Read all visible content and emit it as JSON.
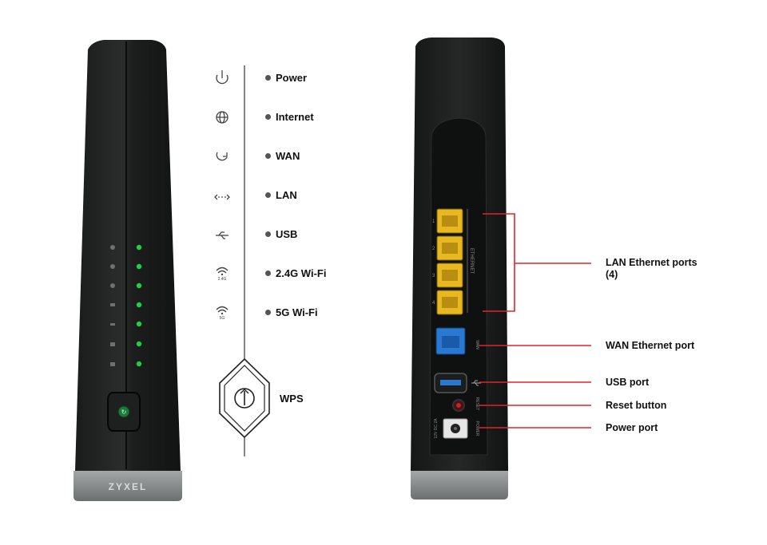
{
  "brand": "ZYXEL",
  "front_panel": {
    "indicators": [
      {
        "name": "power",
        "label": "Power",
        "icon": "power-icon"
      },
      {
        "name": "internet",
        "label": "Internet",
        "icon": "globe-icon"
      },
      {
        "name": "wan",
        "label": "WAN",
        "icon": "wan-icon"
      },
      {
        "name": "lan",
        "label": "LAN",
        "icon": "lan-icon"
      },
      {
        "name": "usb",
        "label": "USB",
        "icon": "usb-icon"
      },
      {
        "name": "wifi24",
        "label": "2.4G Wi-Fi",
        "icon": "wifi-2g-icon"
      },
      {
        "name": "wifi5",
        "label": "5G Wi-Fi",
        "icon": "wifi-5g-icon"
      }
    ],
    "wps_label": "WPS",
    "led_color": "#22cc44"
  },
  "rear_panel": {
    "callouts": {
      "lan": "LAN Ethernet ports",
      "lan_count": "(4)",
      "wan": "WAN Ethernet port",
      "usb": "USB port",
      "reset": "Reset button",
      "power": "Power port"
    },
    "port_labels": {
      "ethernet": "ETHERNET",
      "wan": "WAN",
      "reset": "RESET",
      "power": "POWER",
      "dc": "12V DC 2A",
      "lan_numbers": [
        "1",
        "2",
        "3",
        "4"
      ]
    },
    "callout_color": "#e0242a",
    "lan_port_color": "#e8b820",
    "wan_port_color": "#2a78d0"
  },
  "icon_sub_labels": {
    "wifi_24": "2.4G",
    "wifi_5": "5G"
  }
}
